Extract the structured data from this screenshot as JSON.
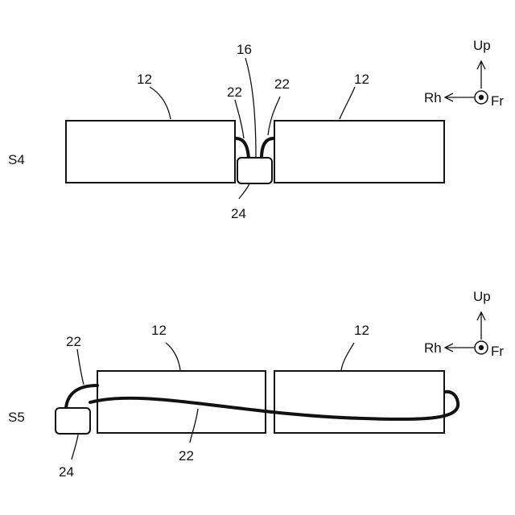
{
  "step_s4": {
    "step_label": "S4",
    "left_module_label": "12",
    "right_module_label": "12",
    "gap_label": "16",
    "left_cable_label": "22",
    "right_cable_label": "22",
    "connector_label": "24"
  },
  "step_s5": {
    "step_label": "S5",
    "left_module_label": "12",
    "right_module_label": "12",
    "upper_cable_label": "22",
    "lower_cable_label": "22",
    "connector_label": "24"
  },
  "axes": {
    "up_label": "Up",
    "rh_label": "Rh",
    "fr_label": "Fr"
  }
}
